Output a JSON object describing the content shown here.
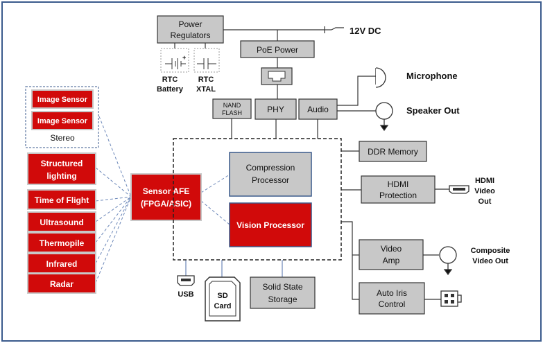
{
  "colors": {
    "frame": "#3a5a8c",
    "red_block": "#d10a0a",
    "gray_block": "#c8c8c8",
    "wire": "#333333",
    "dashed_link": "#6a86b8"
  },
  "labels": {
    "power_regulators": [
      "Power",
      "Regulators"
    ],
    "rtc_battery": [
      "RTC",
      "Battery"
    ],
    "rtc_xtal": [
      "RTC",
      "XTAL"
    ],
    "dc_in": "12V DC",
    "poe_power": "PoE Power",
    "nand_flash": [
      "NAND",
      "FLASH"
    ],
    "phy": "PHY",
    "audio": "Audio",
    "microphone": "Microphone",
    "speaker_out": "Speaker Out",
    "image_sensor_1": "Image Sensor",
    "image_sensor_2": "Image Sensor",
    "stereo": "Stereo",
    "structured_lighting": [
      "Structured",
      "lighting"
    ],
    "time_of_flight": "Time of Flight",
    "ultrasound": "Ultrasound",
    "thermopile": "Thermopile",
    "infrared": "Infrared",
    "radar": "Radar",
    "sensor_afe": [
      "Sensor AFE",
      "(FPGA/ASIC)"
    ],
    "compression_processor": [
      "Compression",
      "Processor"
    ],
    "vision_processor": "Vision Processor",
    "ddr_memory": "DDR Memory",
    "hdmi_protection": [
      "HDMI",
      "Protection"
    ],
    "hdmi_video_out": [
      "HDMI",
      "Video",
      "Out"
    ],
    "video_amp": [
      "Video",
      "Amp"
    ],
    "composite_video_out": [
      "Composite",
      "Video Out"
    ],
    "auto_iris_control": [
      "Auto Iris",
      "Control"
    ],
    "usb": "USB",
    "sd_card": [
      "SD",
      "Card"
    ],
    "solid_state_storage": [
      "Solid State",
      "Storage"
    ]
  }
}
